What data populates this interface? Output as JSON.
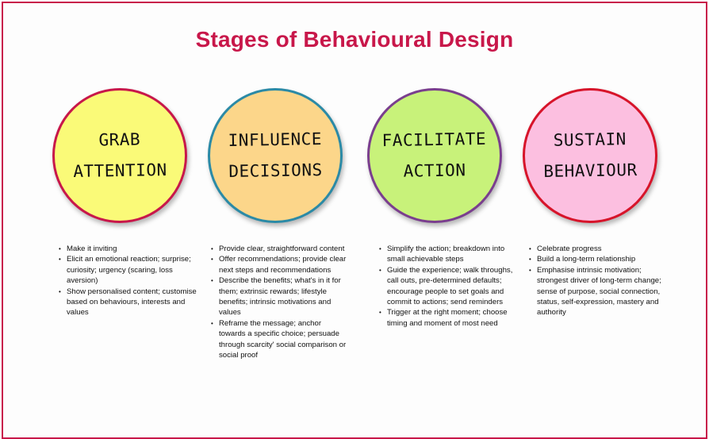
{
  "title": "Stages of Behavioural Design",
  "stages": [
    {
      "label_line1": "GRAB",
      "label_line2": "ATTENTION",
      "fill": "#fafa78",
      "border": "#c8174a",
      "bullets": [
        "Make it inviting",
        "Elicit an emotional reaction; surprise; curiosity; urgency (scaring, loss aversion)",
        "Show personalised content; customise based on behaviours, interests and values"
      ]
    },
    {
      "label_line1": "INFLUENCE",
      "label_line2": "DECISIONS",
      "fill": "#fcd68a",
      "border": "#2b8aa6",
      "bullets": [
        "Provide clear, straightforward content",
        "Offer recommendations; provide clear next steps and recommendations",
        "Describe the benefits; what's in it for them; extrinsic rewards; lifestyle benefits; intrinsic motivations and values",
        "Reframe the message; anchor towards a specific choice; persuade through scarcity' social comparison or social proof"
      ]
    },
    {
      "label_line1": "FACILITATE",
      "label_line2": "ACTION",
      "fill": "#c8f27a",
      "border": "#7a3e8e",
      "bullets": [
        "Simplify the action; breakdown into small achievable steps",
        "Guide the experience; walk throughs, call outs, pre-determined defaults; encourage people to set goals and commit to actions; send reminders",
        "Trigger at the right moment; choose timing and moment of most need"
      ]
    },
    {
      "label_line1": "SUSTAIN",
      "label_line2": "BEHAVIOUR",
      "fill": "#fcbfe0",
      "border": "#d7142a",
      "bullets": [
        "Celebrate progress",
        "Build a long-term relationship",
        "Emphasise intrinsic motivation; strongest driver of long-term change; sense of purpose, social connection, status, self-expression, mastery and authority"
      ]
    }
  ]
}
